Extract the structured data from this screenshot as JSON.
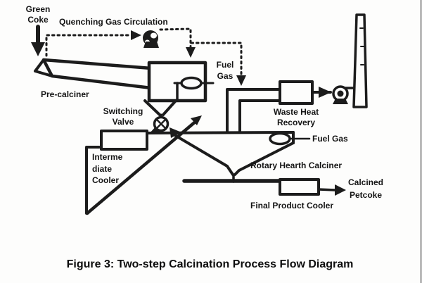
{
  "caption": "Figure 3: Two-step Calcination Process Flow Diagram",
  "labels": {
    "green_coke": {
      "lines": [
        "Green",
        "Coke"
      ]
    },
    "quenching_gas_circulation": "Quenching Gas Circulation",
    "pre_calciner": "Pre-calciner",
    "fuel_gas_precalciner": {
      "lines": [
        "Fuel",
        "Gas"
      ]
    },
    "switching_valve": {
      "lines": [
        "Switching",
        "Valve"
      ]
    },
    "waste_heat_recovery": {
      "lines": [
        "Waste Heat",
        "Recovery"
      ]
    },
    "intermediate_cooler": {
      "lines": [
        "Interme",
        "diate",
        "Cooler"
      ]
    },
    "fuel_gas_calciner": "Fuel Gas",
    "rotary_hearth_calciner": "Rotary Hearth Calciner",
    "final_product_cooler": "Final Product Cooler",
    "calcined_petcoke": {
      "lines": [
        "Calcined",
        "Petcoke"
      ]
    }
  },
  "icons": {
    "quench_blower": "gas-blower",
    "flue_blower": "gas-blower",
    "switching_valve": "valve-circle-with-cross",
    "precalciner_burner": "burner-oval",
    "calciner_burner": "burner-oval",
    "exhaust_stack": "chimney-stack"
  },
  "colors": {
    "ink": "#1c1c1c",
    "background": "#fdfdfc",
    "right_edge": "#b9b9b9"
  }
}
